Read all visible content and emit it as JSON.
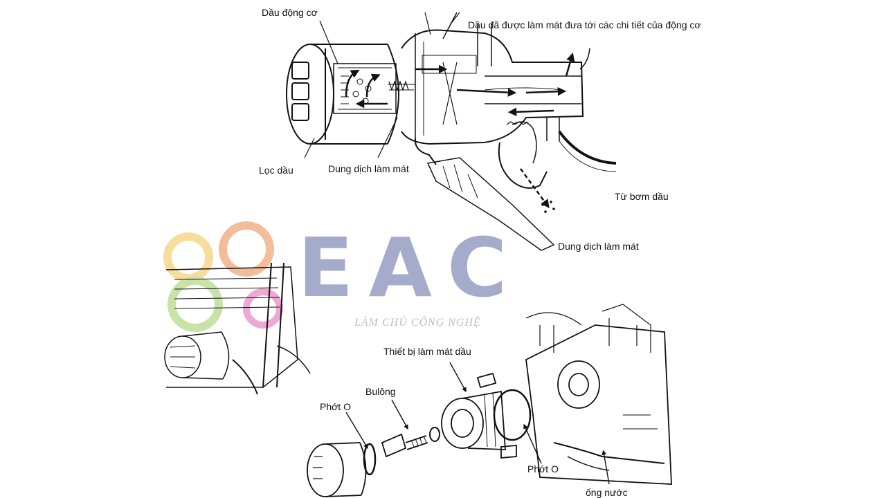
{
  "labels": {
    "engine_oil": "Dầu động cơ",
    "cooled_oil": "Dầu đã được làm mát đưa tới các chi tiết của động cơ",
    "oil_filter": "Lọc dầu",
    "coolant_inner": "Dung dịch làm mát",
    "from_oil_pump": "Từ bơm dầu",
    "coolant_outer": "Dung dịch làm mát",
    "oil_cooler": "Thiết bị làm mát dầu",
    "bolt": "Bulông",
    "o_ring_left": "Phớt O",
    "o_ring_right": "Phớt O",
    "water_pipe": "ống nước"
  },
  "watermark": {
    "logo_text": "EAC",
    "tagline": "LÀM CHỦ CÔNG NGHỆ",
    "colors": {
      "text": "#8d94bd",
      "yellow": "#f3d27a",
      "orange": "#f0a77a",
      "green": "#b7d98a",
      "pink": "#e98bc9"
    }
  }
}
